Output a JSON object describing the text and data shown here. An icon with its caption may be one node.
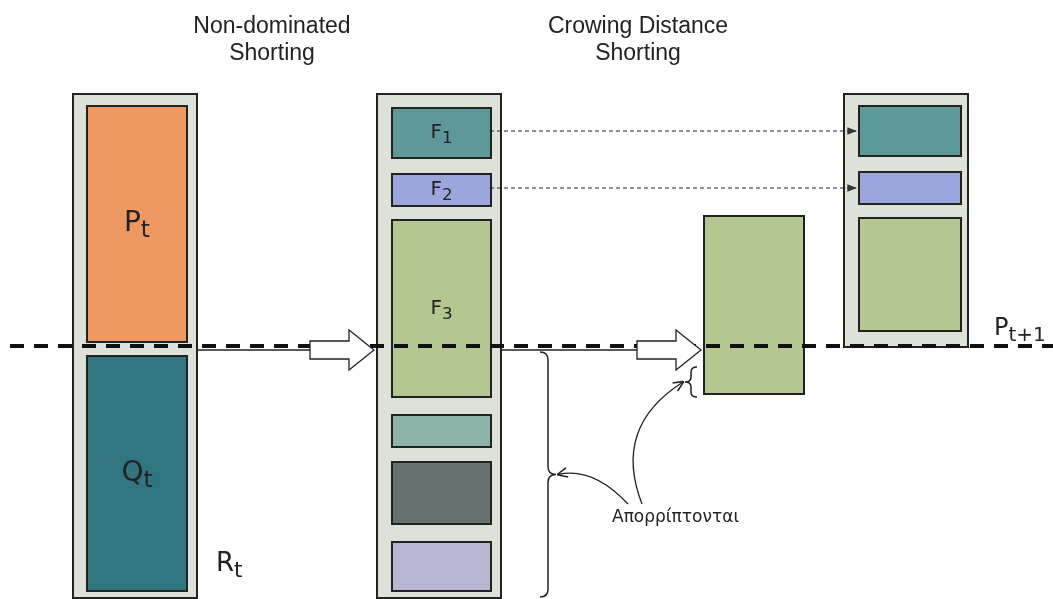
{
  "diagram": {
    "nodes": [
      {
        "text": [
          "R$_{t}$"
        ]
      },
      {
        "text": [
          "P$_{t}$"
        ],
        "in": 0
      },
      {
        "text": [
          "Q$_{t}$"
        ],
        "in": 0
      },
      {
        "text": [],
        "shape": "box"
      },
      {
        "text": [
          "F$_{1}$"
        ],
        "in": 3
      },
      {
        "text": [
          "F$_{2}$"
        ],
        "in": 3
      },
      {
        "text": [
          "F$_{3}$"
        ],
        "in": 3
      },
      {
        "text": [],
        "shape": "box",
        "in": 3
      },
      {
        "text": [],
        "shape": "box",
        "in": 3
      },
      {
        "text": [],
        "shape": "box",
        "in": 3
      },
      {
        "text": [],
        "shape": "box"
      },
      {
        "text": [
          "P$_{t+1}$"
        ]
      },
      {
        "text": [],
        "shape": "box",
        "in": 11
      },
      {
        "text": [],
        "shape": "box",
        "in": 11
      },
      {
        "text": [],
        "shape": "box",
        "in": 11
      },
      {
        "text": [
          "Απορρίπτονται"
        ]
      },
      {
        "text": [],
        "shape": "bracket"
      },
      {
        "text": [],
        "shape": "bracket"
      }
    ],
    "edges": [
      {
        "from": 0,
        "to": 3,
        "arrow": "to"
      },
      {
        "from": 3,
        "to": 10,
        "arrow": "to"
      },
      {
        "from": 4,
        "to": 12,
        "arrow": "to",
        "style": "dashed"
      },
      {
        "from": 5,
        "to": 13,
        "arrow": "to",
        "style": "dashed"
      },
      {
        "from": 15,
        "to": 16,
        "arrow": "to"
      },
      {
        "from": 15,
        "to": 17,
        "arrow": "to"
      }
    ],
    "labels": [
      "Non-dominated Shorting",
      "Crowing Distance Shorting"
    ]
  }
}
